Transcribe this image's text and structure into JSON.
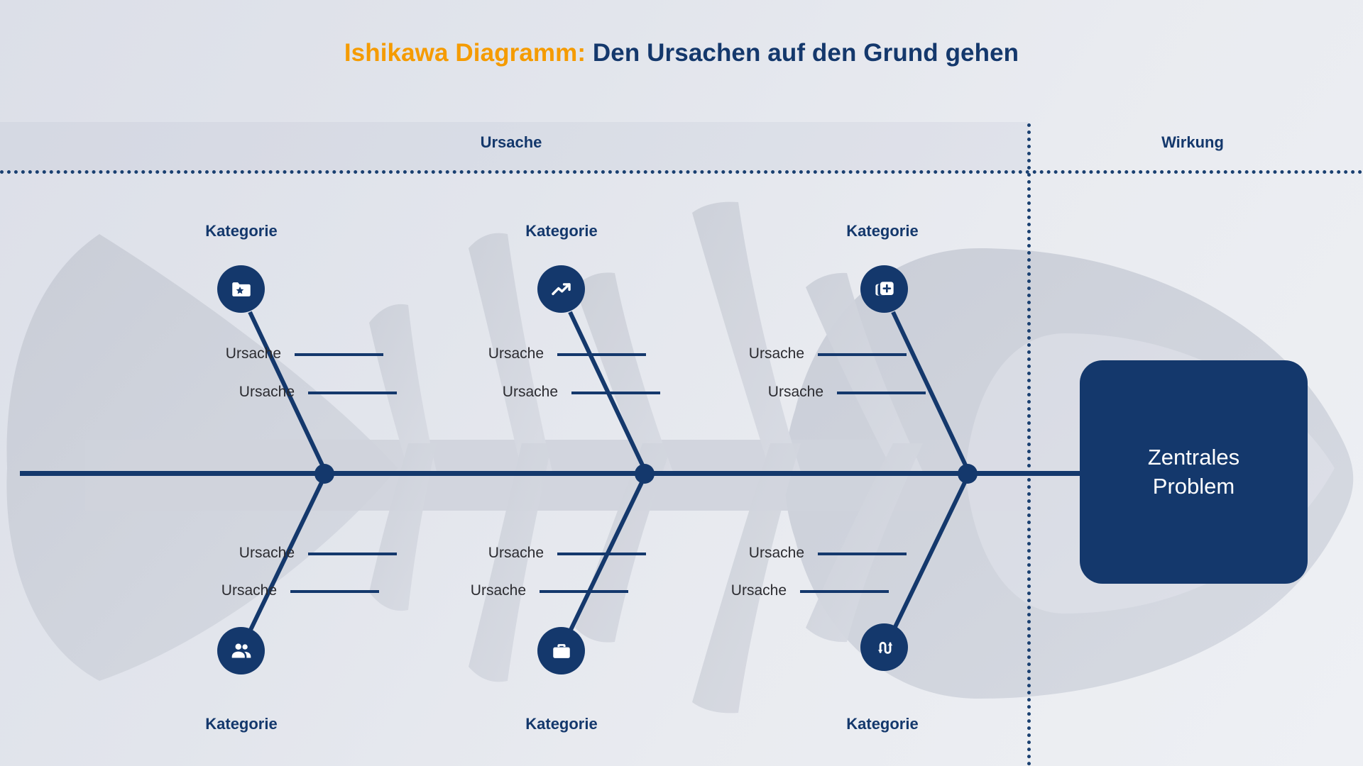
{
  "title": {
    "accent": "Ishikawa Diagramm:",
    "main": " Den Ursachen auf den Grund gehen"
  },
  "bands": {
    "cause_label": "Ursache",
    "effect_label": "Wirkung"
  },
  "colors": {
    "navy": "#14386c",
    "orange": "#f59b00",
    "text_dark": "#2b2b30",
    "fish_gray": "#cdd1da",
    "white": "#ffffff"
  },
  "spine": {
    "problem_label": "Zentrales\nProblem"
  },
  "categories": [
    {
      "position": "top",
      "label": "Kategorie",
      "icon": "folder-star-icon",
      "causes": [
        "Ursache",
        "Ursache"
      ]
    },
    {
      "position": "top",
      "label": "Kategorie",
      "icon": "trending-up-icon",
      "causes": [
        "Ursache",
        "Ursache"
      ]
    },
    {
      "position": "top",
      "label": "Kategorie",
      "icon": "add-layer-icon",
      "causes": [
        "Ursache",
        "Ursache"
      ]
    },
    {
      "position": "bottom",
      "label": "Kategorie",
      "icon": "people-group-icon",
      "causes": [
        "Ursache",
        "Ursache"
      ]
    },
    {
      "position": "bottom",
      "label": "Kategorie",
      "icon": "briefcase-icon",
      "causes": [
        "Ursache",
        "Ursache"
      ]
    },
    {
      "position": "bottom",
      "label": "Kategorie",
      "icon": "swap-arrows-icon",
      "causes": [
        "Ursache",
        "Ursache"
      ]
    }
  ]
}
